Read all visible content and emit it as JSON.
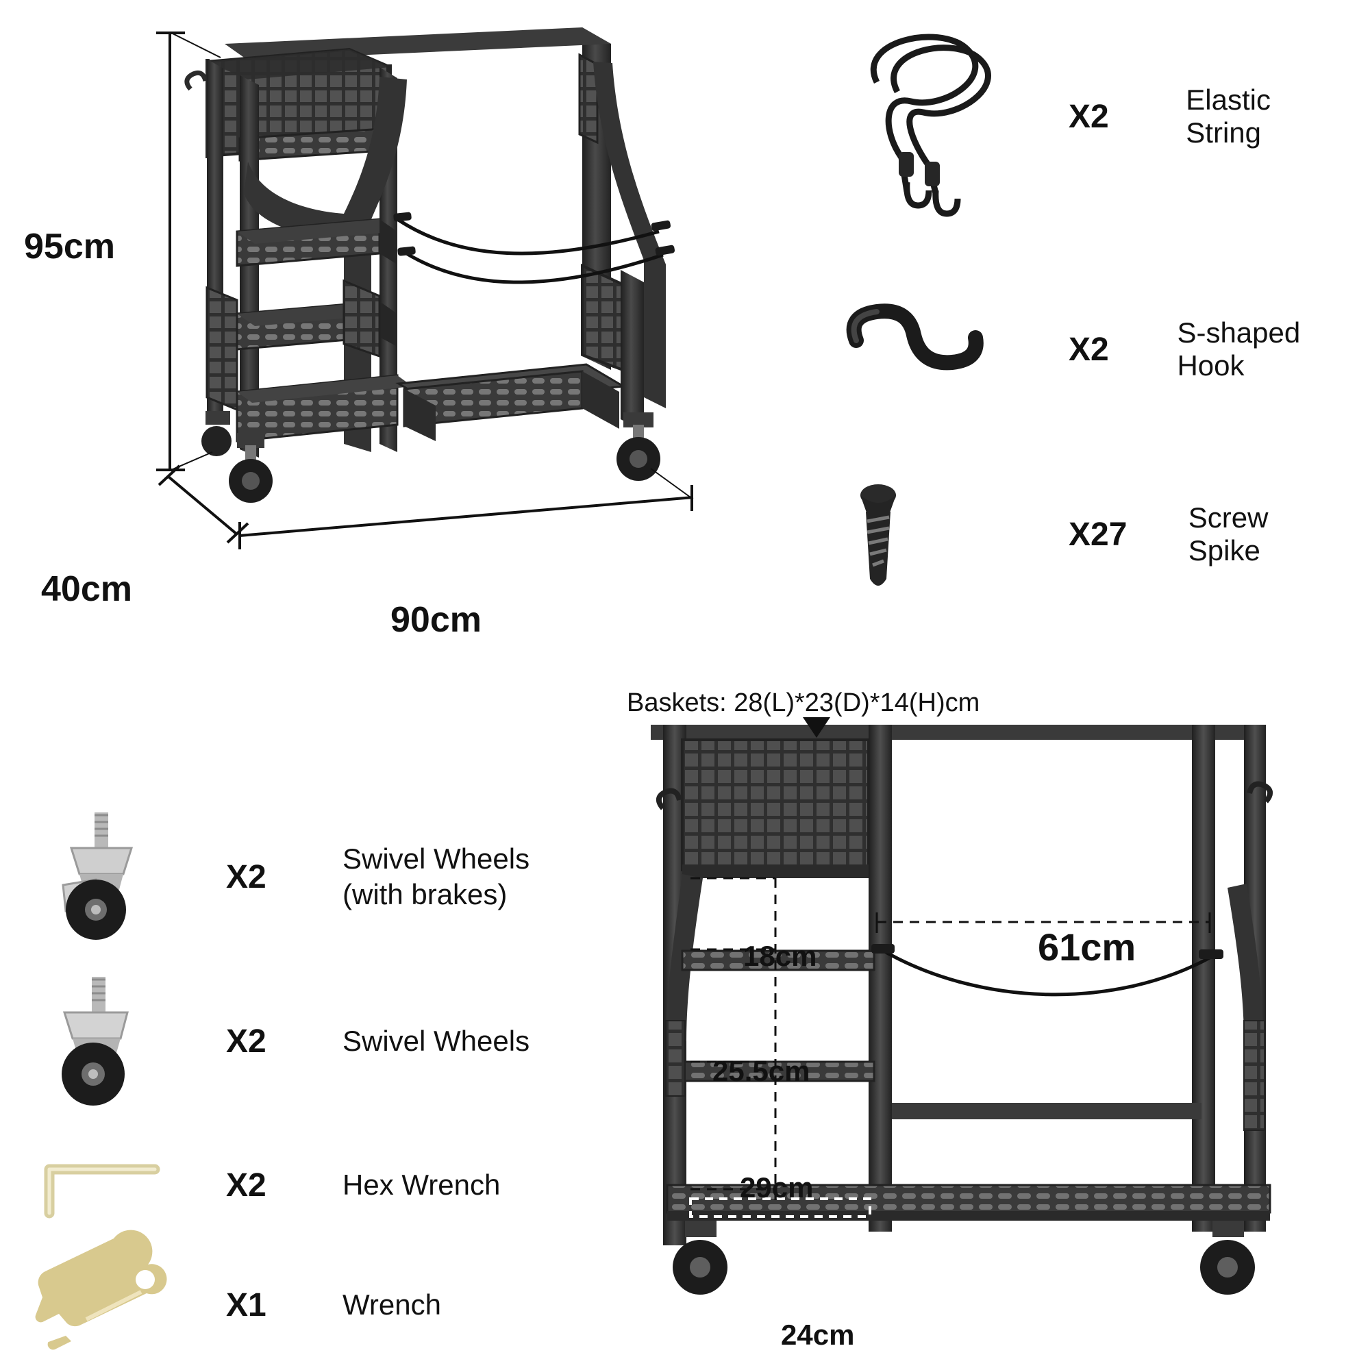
{
  "product": {
    "title": "Sports equipment storage rack assembly diagram",
    "dimensions": {
      "height": "95cm",
      "depth": "40cm",
      "width": "90cm"
    }
  },
  "baskets_caption": "Baskets: 28(L)*23(D)*14(H)cm",
  "detail_dimensions": {
    "top_shelf_gap": "18cm",
    "middle_shelf_gap": "25.5cm",
    "bottom_shelf_gap": "29cm",
    "hanging_width": "61cm",
    "base_front_depth": "24cm"
  },
  "parts_right": [
    {
      "qty": "X2",
      "label": "Elastic String",
      "icon": "elastic-cord-icon"
    },
    {
      "qty": "X2",
      "label": "S-shaped Hook",
      "icon": "s-hook-icon"
    },
    {
      "qty": "X27",
      "label": "Screw Spike",
      "icon": "screw-icon"
    }
  ],
  "parts_left": [
    {
      "qty": "X2",
      "label": "Swivel Wheels\n(with brakes)",
      "line1": "Swivel Wheels",
      "line2": "(with brakes)",
      "icon": "caster-brake-icon"
    },
    {
      "qty": "X2",
      "label": "Swivel Wheels",
      "line1": "Swivel Wheels",
      "line2": "",
      "icon": "caster-icon"
    },
    {
      "qty": "X2",
      "label": "Hex Wrench",
      "line1": "Hex Wrench",
      "line2": "",
      "icon": "hex-wrench-icon"
    },
    {
      "qty": "X1",
      "label": "Wrench",
      "line1": "Wrench",
      "line2": "",
      "icon": "wrench-icon"
    }
  ],
  "colors": {
    "metal_dark": "#2b2b2b",
    "metal_mid": "#3c3c3c",
    "metal_light": "#555555",
    "line": "#111111",
    "chrome_light": "#e2e2e2",
    "chrome_mid": "#b5b5b5",
    "brass": "#d9c07a"
  }
}
